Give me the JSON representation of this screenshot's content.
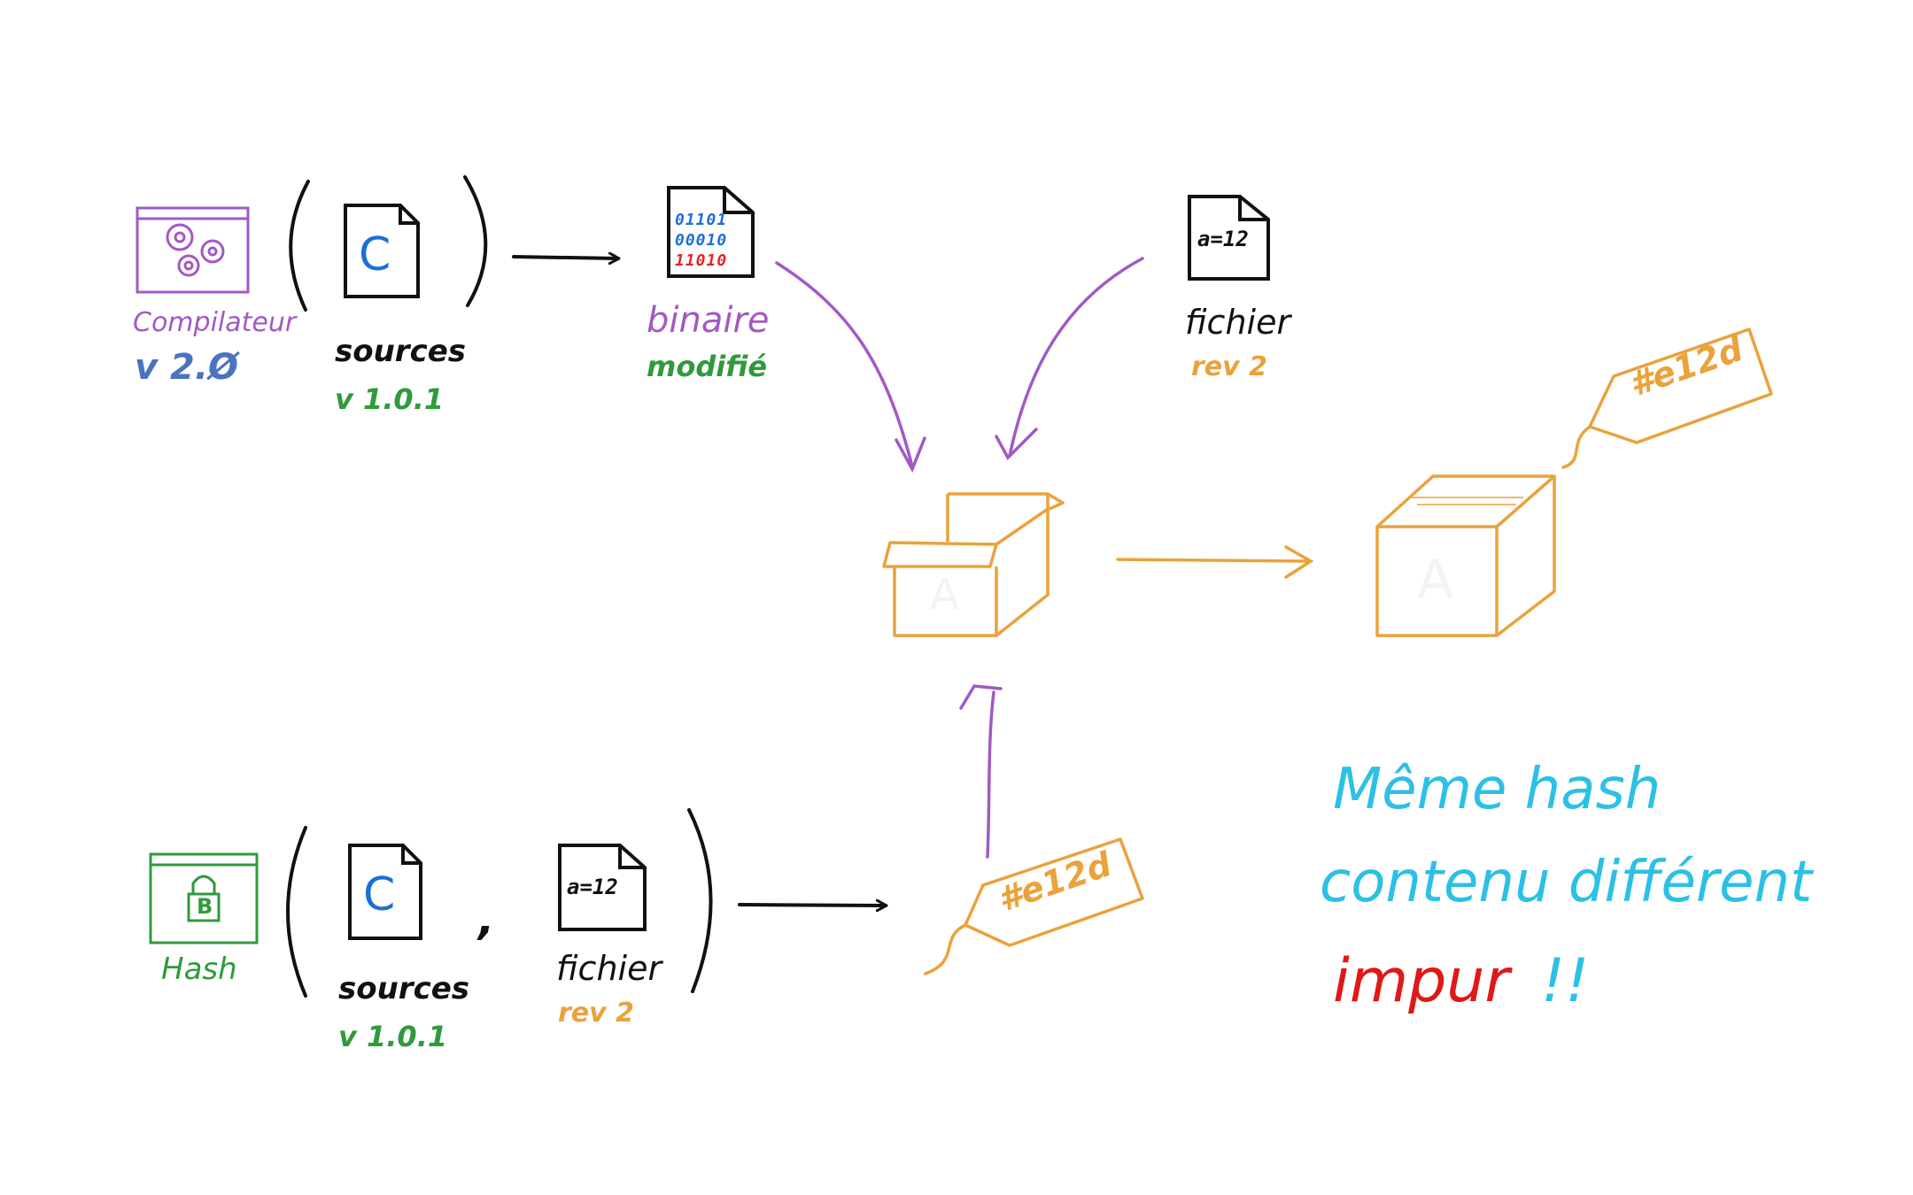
{
  "colors": {
    "ink": "#111111",
    "purple": "#a259c4",
    "blue": "#4a73c0",
    "green": "#2f9a3c",
    "orange": "#eaa23b",
    "cyan": "#2cc0e6",
    "red": "#e01818",
    "c_blue": "#1a6fd8",
    "bit_blue": "#1a6fd8",
    "bit_red": "#e02424"
  },
  "top_row": {
    "compiler": {
      "label": "Compilateur",
      "version": "v 2.Ø",
      "icon": "gears-icon"
    },
    "sources": {
      "label": "sources",
      "version": "v 1.0.1",
      "icon_letter": "C"
    },
    "binary": {
      "label": "binaire",
      "status": "modifié",
      "bits": [
        "01101",
        "00010",
        "11010"
      ]
    },
    "file": {
      "label": "fichier",
      "rev": "rev 2",
      "content": "a=12"
    }
  },
  "bottom_row": {
    "hash": {
      "label": "Hash",
      "icon": "lock-icon",
      "lock_letter": "B"
    },
    "sources": {
      "label": "sources",
      "version": "v 1.0.1",
      "icon_letter": "C"
    },
    "separator": ",",
    "file": {
      "label": "fichier",
      "rev": "rev 2",
      "content": "a=12"
    },
    "tag": "#e12d"
  },
  "boxes": {
    "open_box_letter": "A",
    "closed_box_letter": "A",
    "closed_tag": "#e12d"
  },
  "note": {
    "line1": "Même hash",
    "line2": "contenu différent",
    "line3": "impur",
    "exclaim": "!!"
  }
}
